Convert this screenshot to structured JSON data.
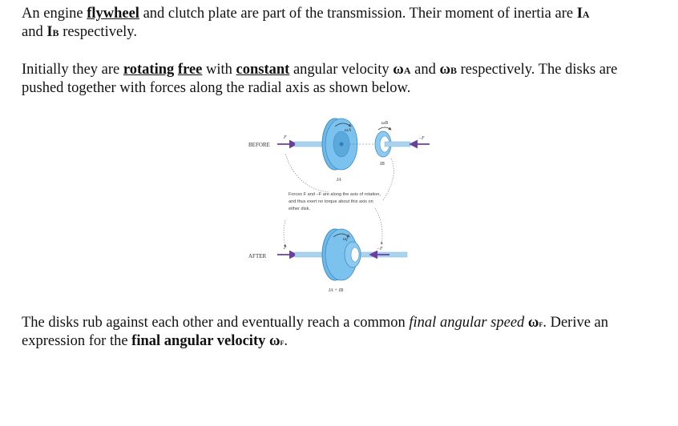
{
  "paragraph1": {
    "t1": "An engine ",
    "flywheel": "flywheel",
    "t2": " and clutch plate are part of the transmission. Their moment of inertia are ",
    "IA": "I",
    "IA_sub": "A",
    "t3": "and ",
    "IB": "I",
    "IB_sub": "B",
    "t4": " respectively."
  },
  "paragraph2": {
    "t1": "Initially they are ",
    "rotating": "rotating",
    "t2": " ",
    "free": "free",
    "t3": " with ",
    "constant": "constant",
    "t4": " angular velocity ",
    "omegaA": "ω",
    "omegaA_sub": "A",
    "t5": " and ",
    "omegaB": "ω",
    "omegaB_sub": "B",
    "t6": " respectively. The disks are pushed together with forces along the radial axis as shown below."
  },
  "paragraph3": {
    "t1": "The disks rub against each other and eventually reach a common ",
    "final_speed": "final angular speed",
    "t2": " ",
    "omegaf1": "ω",
    "omegaf1_sub": "f",
    "t3": ". Derive an expression for the ",
    "final_velocity": "final angular velocity",
    "t4": " ",
    "omegaf2": "ω",
    "omegaf2_sub": "f",
    "t5": "."
  },
  "figure": {
    "before_label": "BEFORE",
    "after_label": "AFTER",
    "force_F": "F",
    "force_negF": "−F",
    "omegaA_label": "ωA",
    "omegaB_label": "ωB",
    "IA_label": "IA",
    "IB_label": "IB",
    "IAB_label": "IA + IB",
    "omega_after_label": "ωf",
    "note_line1": "Forces F and −F are along the axis of rotation,",
    "note_line2": "and thus exert no torque about this axis on",
    "note_line3": "either disk.",
    "colors": {
      "disk": "#6fb8e8",
      "disk_dark": "#3f8fc7",
      "force_arrow": "#6a3fa0",
      "axle": "#a8d4f0"
    }
  }
}
